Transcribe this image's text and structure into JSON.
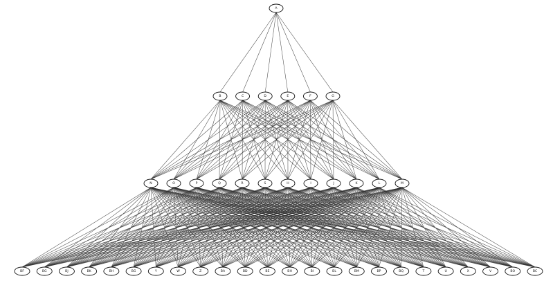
{
  "diagram": {
    "type": "layered-graph",
    "levels": [
      [
        "A"
      ],
      [
        "B",
        "C",
        "D",
        "E",
        "F",
        "G"
      ],
      [
        "N",
        "O",
        "P",
        "Q",
        "R",
        "S",
        "H",
        "I",
        "J",
        "K",
        "L",
        "M"
      ],
      [
        "BF",
        "BG",
        "BJ",
        "BK",
        "BH",
        "BG",
        "Y",
        "W",
        "Z",
        "BA",
        "BD",
        "BE",
        "BH",
        "BI",
        "BL",
        "BM",
        "BP",
        "BQ",
        "T",
        "U",
        "X",
        "V",
        "BO",
        "BC"
      ]
    ],
    "connectivity": "each node connects to every node in the next level down",
    "colors": {
      "background": "#ffffff",
      "edge": "#2a2a2a",
      "node_border": "#111111",
      "node_fill": "#ffffff",
      "label": "#111111"
    }
  }
}
